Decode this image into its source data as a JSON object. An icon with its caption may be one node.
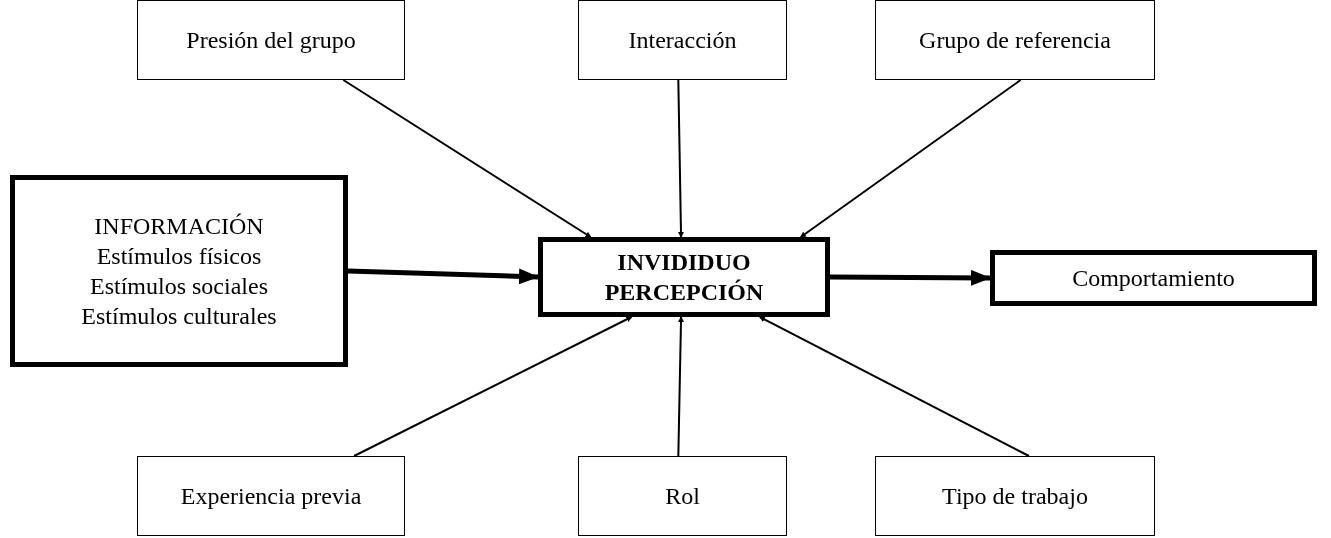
{
  "diagram": {
    "nodes": [
      {
        "text": [
          "Presión del grupo"
        ]
      },
      {
        "text": [
          "Interacción"
        ]
      },
      {
        "text": [
          "Grupo de referencia"
        ]
      },
      {
        "text": [
          "INFORMACIÓN",
          "Estímulos físicos",
          "Estímulos sociales",
          "Estímulos culturales"
        ]
      },
      {
        "text": [
          "INVIDIDUO PERCEPCIÓN"
        ]
      },
      {
        "text": [
          "Comportamiento"
        ]
      },
      {
        "text": [
          "Experiencia previa"
        ]
      },
      {
        "text": [
          "Rol"
        ]
      },
      {
        "text": [
          "Tipo de trabajo"
        ]
      }
    ],
    "edges": [
      {
        "from": 0,
        "to": 4,
        "arrow": "to"
      },
      {
        "from": 1,
        "to": 4,
        "arrow": "to"
      },
      {
        "from": 2,
        "to": 4,
        "arrow": "to"
      },
      {
        "from": 3,
        "to": 4,
        "arrow": "to",
        "style": "thick"
      },
      {
        "from": 4,
        "to": 5,
        "arrow": "to",
        "style": "thick"
      },
      {
        "from": 6,
        "to": 4,
        "arrow": "to"
      },
      {
        "from": 7,
        "to": 4,
        "arrow": "to"
      },
      {
        "from": 8,
        "to": 4,
        "arrow": "to"
      }
    ]
  }
}
